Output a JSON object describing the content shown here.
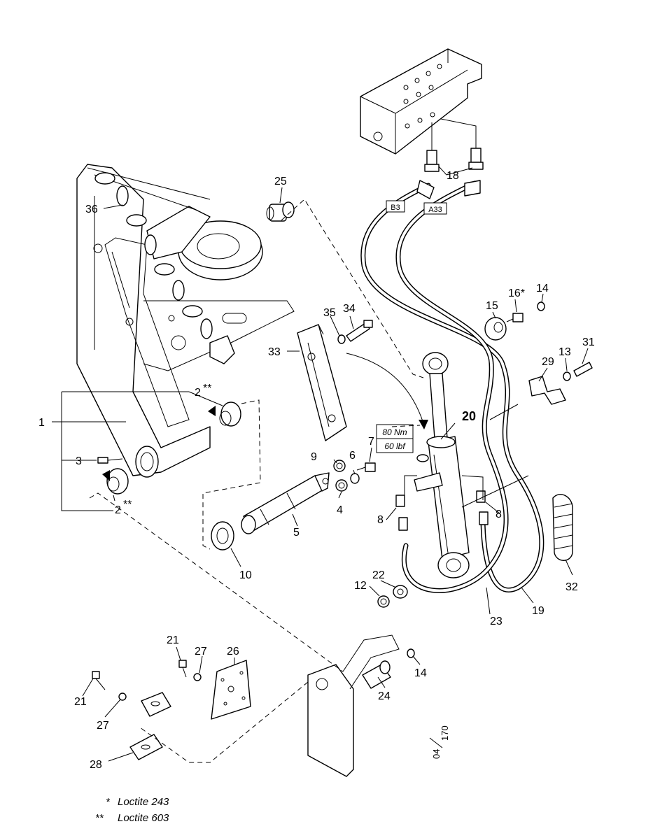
{
  "callouts": {
    "c1": "1",
    "c2a": "2",
    "c2a_mark": "**",
    "c2b": "2",
    "c2b_mark": "**",
    "c3": "3",
    "c4": "4",
    "c5": "5",
    "c6": "6",
    "c7": "7",
    "c8a": "8",
    "c8b": "8",
    "c9": "9",
    "c10": "10",
    "c12": "12",
    "c13": "13",
    "c14a": "14",
    "c14b": "14",
    "c15": "15",
    "c16": "16*",
    "c18": "18",
    "c19": "19",
    "c20": "20",
    "c21a": "21",
    "c21b": "21",
    "c22": "22",
    "c23": "23",
    "c24": "24",
    "c25": "25",
    "c26": "26",
    "c27a": "27",
    "c27b": "27",
    "c28": "28",
    "c29": "29",
    "c31": "31",
    "c32": "32",
    "c33": "33",
    "c34": "34",
    "c35": "35",
    "c36": "36"
  },
  "hose_labels": {
    "b3": "B3",
    "a33": "A33"
  },
  "torque": {
    "nm": "80 Nm",
    "lbf": "60 lbf"
  },
  "drawing_id": {
    "top": "04",
    "bottom": "170"
  },
  "legend": {
    "single_mark": "*",
    "single_text": "Loctite 243",
    "double_mark": "**",
    "double_text": "Loctite 603"
  }
}
